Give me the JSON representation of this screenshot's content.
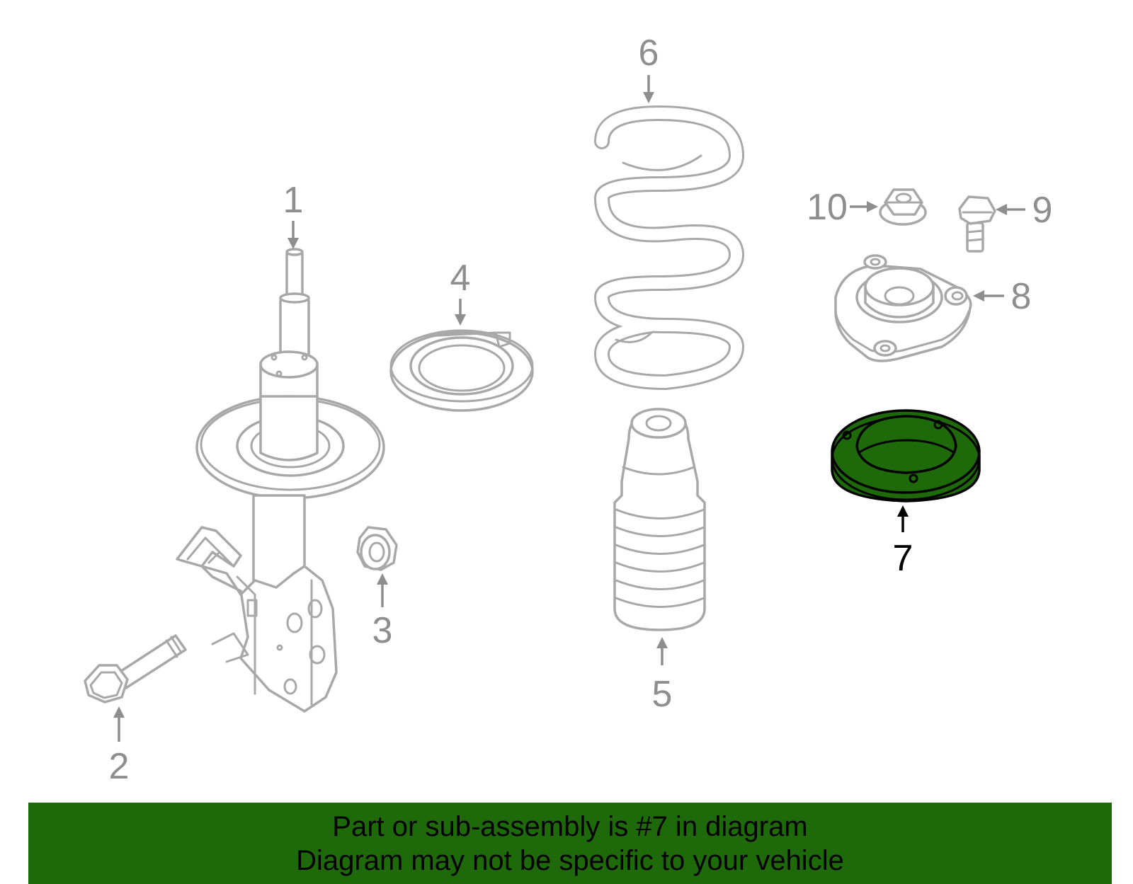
{
  "diagram": {
    "callouts": {
      "c1": "1",
      "c2": "2",
      "c3": "3",
      "c4": "4",
      "c5": "5",
      "c6": "6",
      "c7": "7",
      "c8": "8",
      "c9": "9",
      "c10": "10"
    },
    "highlighted_part": "7",
    "highlight_color": "#1e6a0a",
    "line_color": "#a8a8a8"
  },
  "banner": {
    "line1": "Part or sub-assembly is #7 in diagram",
    "line2": "Diagram may not be specific to your vehicle",
    "background": "#1e6a0a"
  }
}
